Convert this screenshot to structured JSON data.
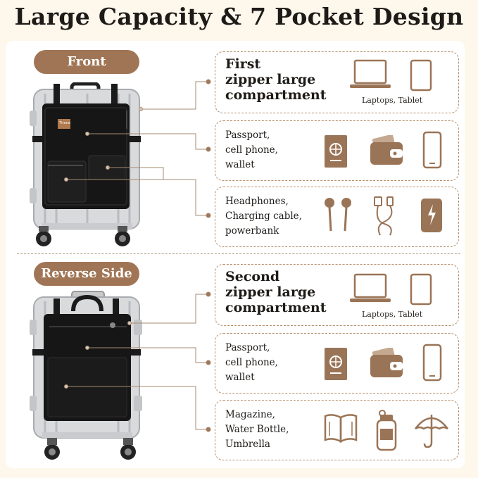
{
  "title": "Large Capacity & 7 Pocket Design",
  "sections": {
    "front_label": "Front",
    "reverse_label": "Reverse Side"
  },
  "front_items": [
    {
      "lines": [
        "First",
        "zipper large",
        "compartment"
      ],
      "caption": "Laptops, Tablet",
      "icons": [
        "laptop-icon",
        "tablet-icon"
      ]
    },
    {
      "lines": [
        "Passport,",
        "cell phone,",
        "wallet"
      ],
      "icons": [
        "passport-icon",
        "wallet-icon",
        "phone-icon"
      ]
    },
    {
      "lines": [
        "Headphones,",
        "Charging cable,",
        "powerbank"
      ],
      "icons": [
        "earphones-icon",
        "charging-cable-icon",
        "powerbank-icon"
      ]
    }
  ],
  "reverse_items": [
    {
      "lines": [
        "Second",
        "zipper large",
        "compartment"
      ],
      "caption": "Laptops, Tablet",
      "icons": [
        "laptop-icon",
        "tablet-icon"
      ]
    },
    {
      "lines": [
        "Passport,",
        "cell phone,",
        "wallet"
      ],
      "icons": [
        "passport-icon",
        "wallet-icon",
        "phone-icon"
      ]
    },
    {
      "lines": [
        "Magazine,",
        "Water Bottle,",
        "Umbrella"
      ],
      "icons": [
        "book-icon",
        "water-bottle-icon",
        "umbrella-icon"
      ]
    }
  ],
  "brand_tag": "Tirana",
  "colors": {
    "accent": "#a07555",
    "icon": "#9a7456",
    "text": "#1d1a17",
    "dashed": "#b58e6b"
  }
}
